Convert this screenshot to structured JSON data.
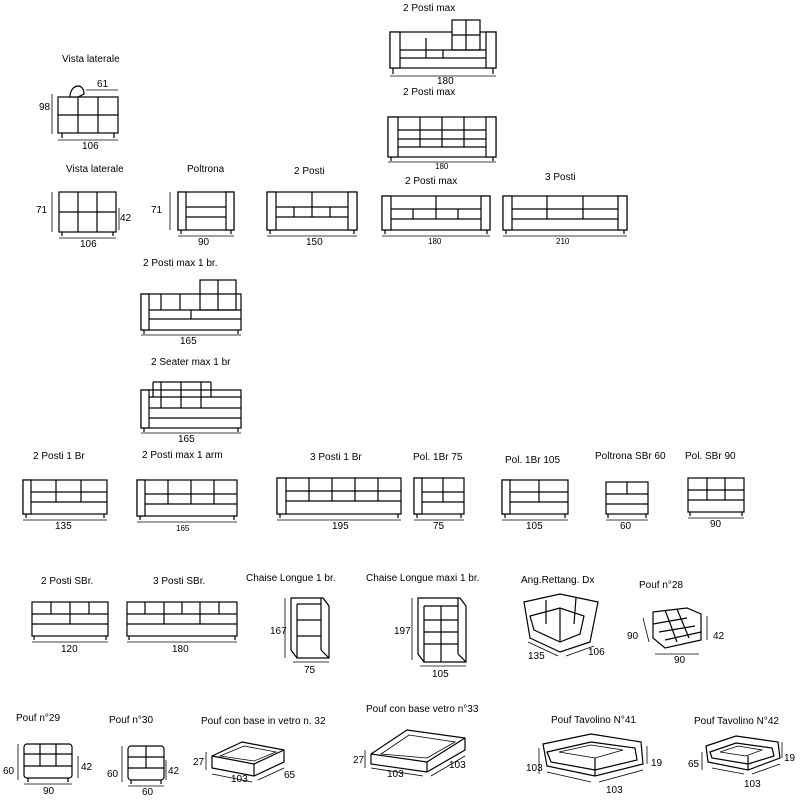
{
  "items": {
    "i01": {
      "title": "2 Posti max",
      "width": "180"
    },
    "i02": {
      "title": "2 Posti max",
      "width": "180"
    },
    "i03": {
      "title": "Vista laterale",
      "width": "106",
      "height": "98",
      "depth": "61"
    },
    "i04": {
      "title": "Vista laterale",
      "width": "106",
      "height": "71",
      "seat": "42"
    },
    "i05": {
      "title": "Poltrona",
      "width": "90",
      "height": "71"
    },
    "i06": {
      "title": "2 Posti",
      "width": "150"
    },
    "i07": {
      "title": "2 Posti max",
      "width": "180"
    },
    "i08": {
      "title": "3 Posti",
      "width": "210"
    },
    "i09": {
      "title": "2 Posti max 1 br.",
      "width": "165"
    },
    "i10": {
      "title": "2 Seater max 1 br",
      "width": "165"
    },
    "i11": {
      "title": "2 Posti 1 Br",
      "width": "135"
    },
    "i12": {
      "title": "2 Posti max 1 arm",
      "width": "165"
    },
    "i13": {
      "title": "3 Posti 1 Br",
      "width": "195"
    },
    "i14": {
      "title": "Pol. 1Br 75",
      "width": "75"
    },
    "i15": {
      "title": "Pol. 1Br 105",
      "width": "105"
    },
    "i16": {
      "title": "Poltrona SBr 60",
      "width": "60"
    },
    "i17": {
      "title": "Pol. SBr 90",
      "width": "90"
    },
    "i18": {
      "title": "2 Posti SBr.",
      "width": "120"
    },
    "i19": {
      "title": "3 Posti  SBr.",
      "width": "180"
    },
    "i20": {
      "title": "Chaise Longue 1 br.",
      "width": "75",
      "length": "167"
    },
    "i21": {
      "title": "Chaise Longue maxi  1 br.",
      "width": "105",
      "length": "197"
    },
    "i22": {
      "title": "Ang.Rettang. Dx",
      "width": "135",
      "depth": "106"
    },
    "i23": {
      "title": "Pouf n°28",
      "width": "90",
      "depth": "90",
      "height": "42"
    },
    "i24": {
      "title": "Pouf n°29",
      "width": "90",
      "depth": "60",
      "height": "42"
    },
    "i25": {
      "title": "Pouf n°30",
      "width": "60",
      "depth": "60",
      "height": "42"
    },
    "i26": {
      "title": "Pouf con base in vetro n. 32",
      "width": "103",
      "depth": "65",
      "height": "27"
    },
    "i27": {
      "title": "Pouf  con  base vetro n°33",
      "width": "103",
      "depth": "103",
      "height": "27"
    },
    "i28": {
      "title": "Pouf Tavolino  N°41",
      "width": "103",
      "depth": "103",
      "height": "19"
    },
    "i29": {
      "title": "Pouf Tavolino  N°42",
      "width": "103",
      "depth": "65",
      "height": "19"
    }
  }
}
